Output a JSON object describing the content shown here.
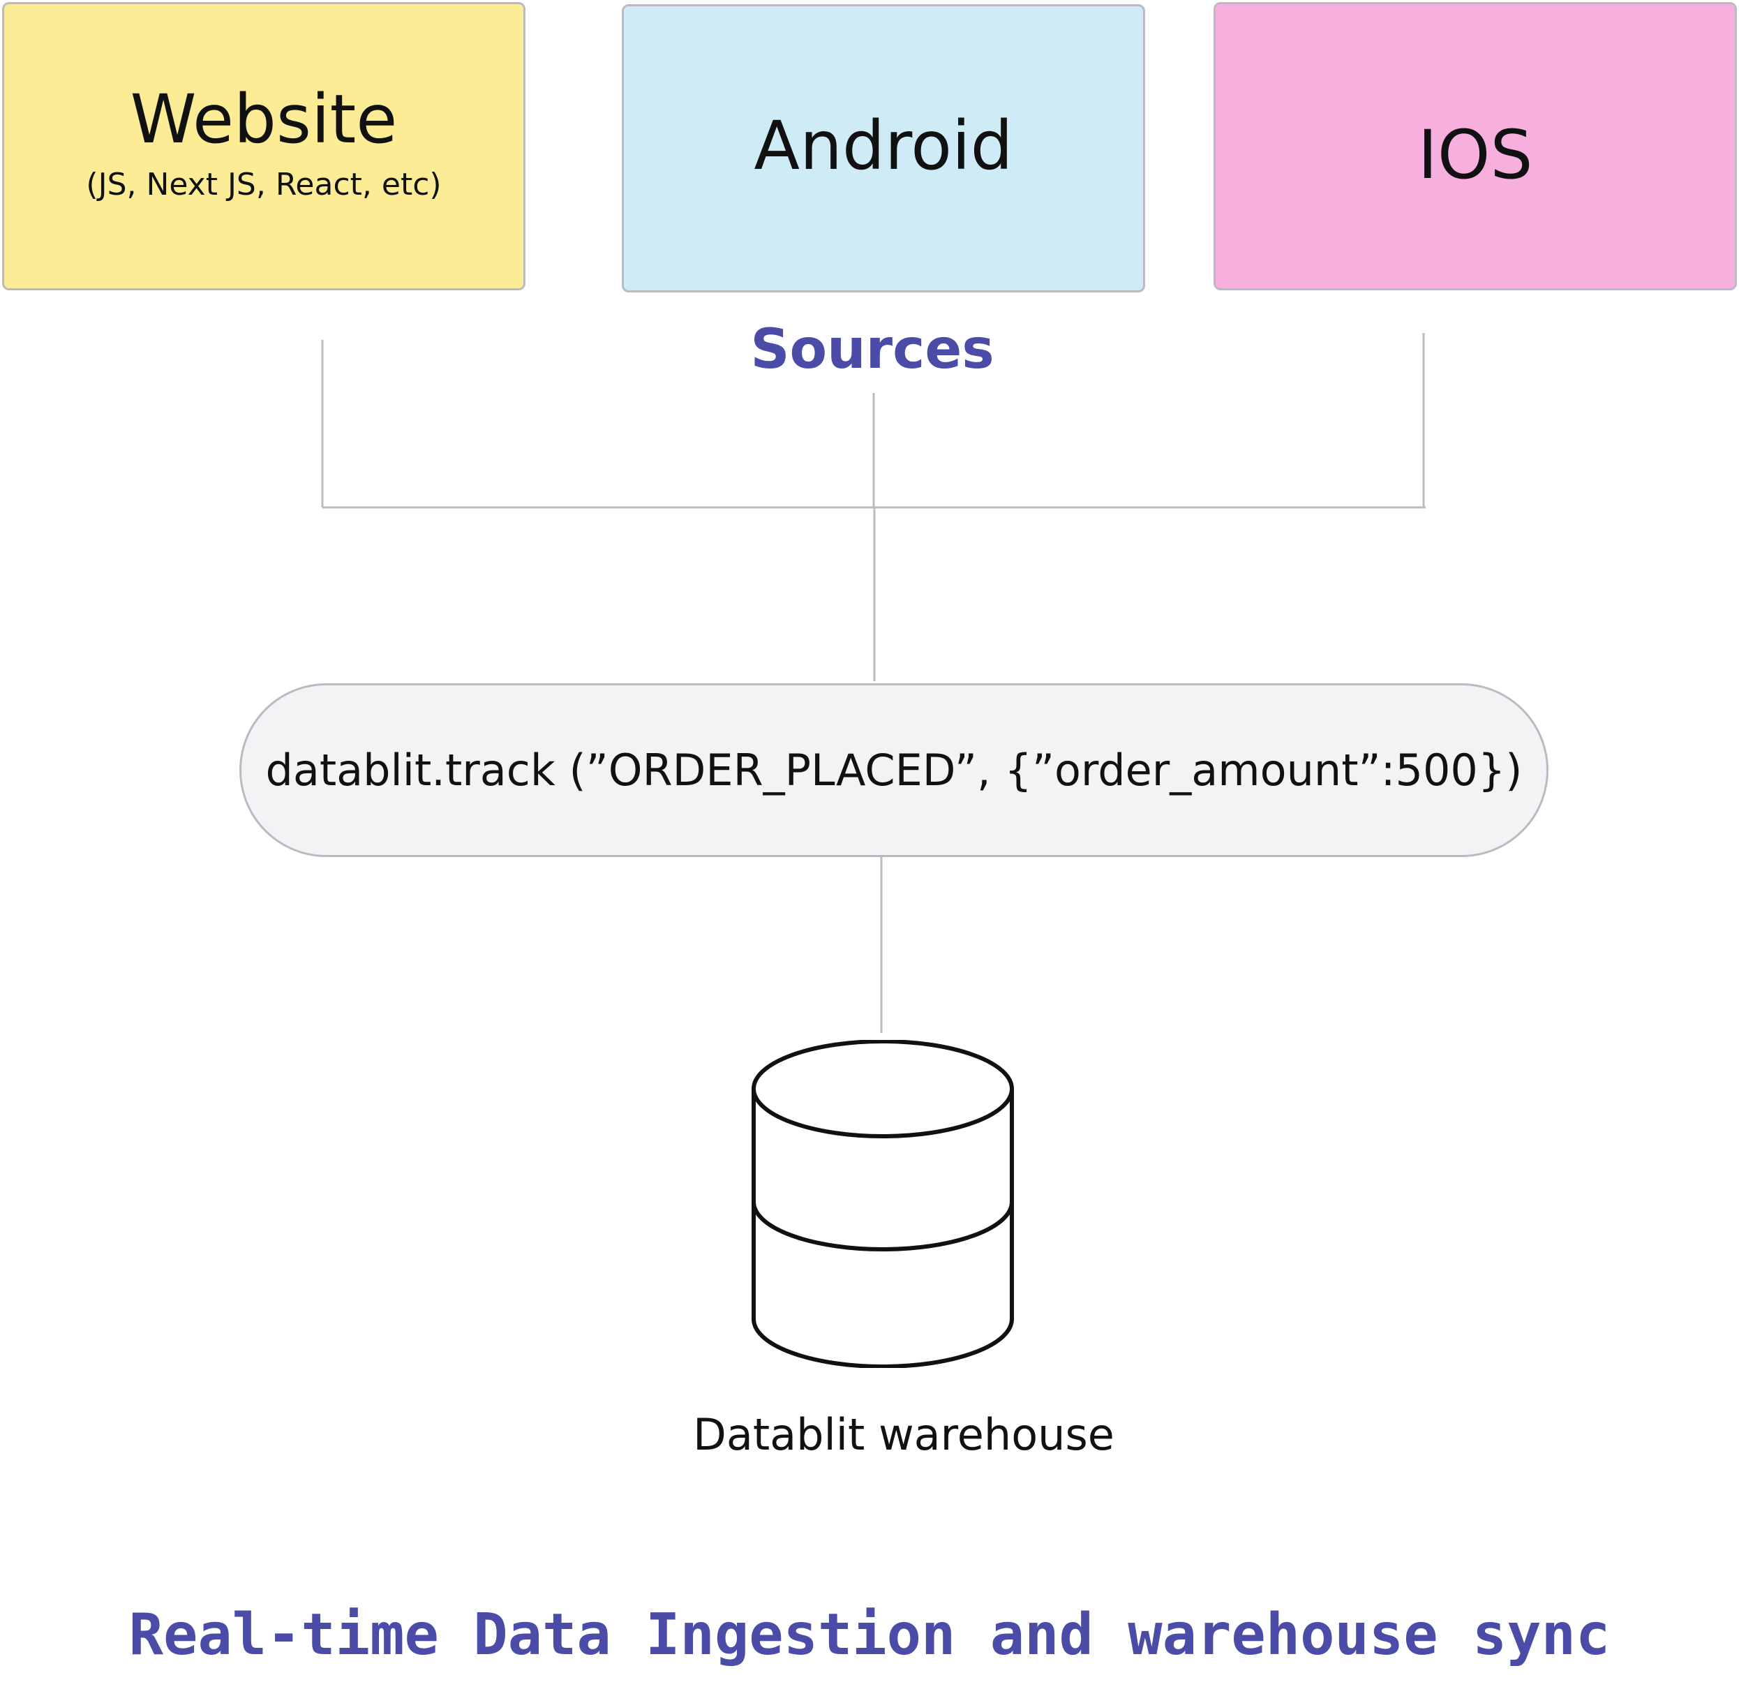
{
  "sources": {
    "label": "Sources",
    "website": {
      "title": "Website",
      "subtitle": "(JS, Next JS, React, etc)",
      "color": "#fdec96"
    },
    "android": {
      "title": "Android",
      "color": "#ceebf6"
    },
    "ios": {
      "title": "IOS",
      "color": "#f7afde"
    }
  },
  "tracking": {
    "code": "datablit.track (”ORDER_PLACED”, {”order_amount”:500})"
  },
  "warehouse": {
    "label": "Datablit warehouse",
    "icon": "database-icon"
  },
  "footer": {
    "title": "Real-time Data Ingestion and warehouse sync"
  },
  "colors": {
    "accent": "#4b4ca8",
    "connector": "#b8bcc2",
    "pill_fill": "#f2f3f5"
  }
}
